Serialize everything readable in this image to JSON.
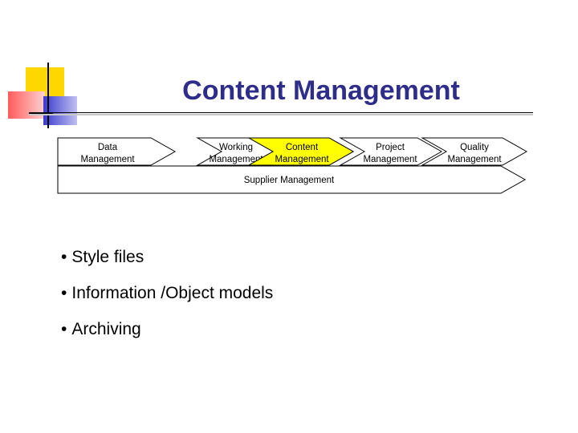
{
  "slide": {
    "title": "Content Management",
    "title_color": "#2e2e8a",
    "accent_colors": {
      "yellow": "#ffd700",
      "red": "#ff6666",
      "blue": "#4b4bd6",
      "highlight": "#ffff00"
    }
  },
  "diagram": {
    "stages": [
      {
        "label_line1": "Data",
        "label_line2": "Management"
      },
      {
        "label_line1": "Working",
        "label_line2": "Management"
      },
      {
        "label_line1": "Content",
        "label_line2": "Management",
        "highlighted": true
      },
      {
        "label_line1": "Project",
        "label_line2": "Management"
      },
      {
        "label_line1": "Quality",
        "label_line2": "Management"
      }
    ],
    "bottom_bar_label": "Supplier Management"
  },
  "bullets": [
    {
      "text": "Style files"
    },
    {
      "text": "Information /Object models"
    },
    {
      "text": "Archiving"
    }
  ],
  "bullet_glyph": "•"
}
